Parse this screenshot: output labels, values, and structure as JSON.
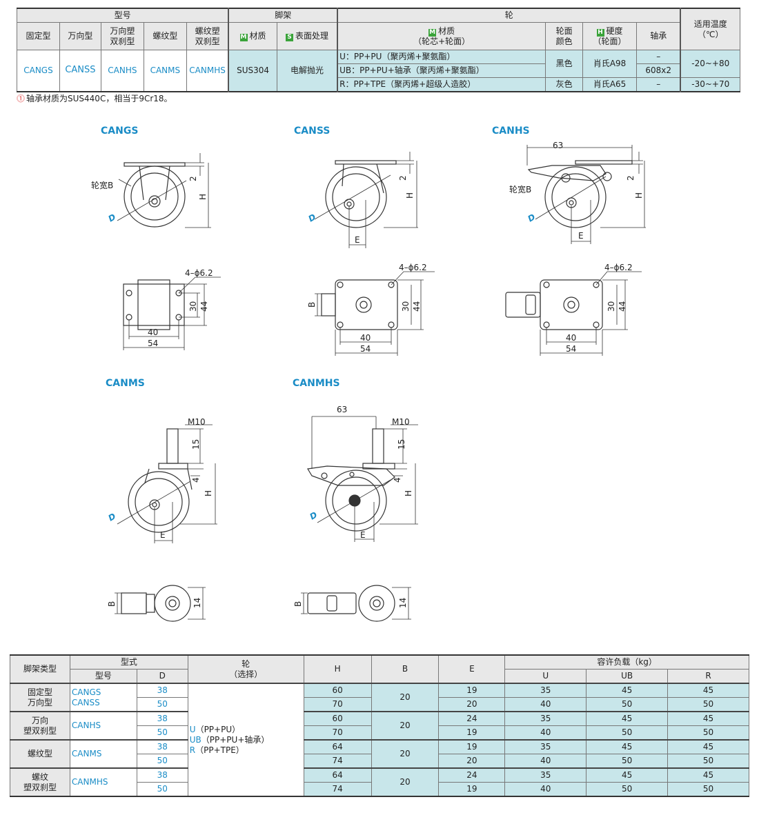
{
  "spec_table": {
    "header": {
      "model": "型号",
      "frame": "脚架",
      "wheel": "轮",
      "temp": "适用温度",
      "temp_unit": "（℃）"
    },
    "sub": {
      "fixed": "固定型",
      "swivel": "万向型",
      "swivel_brake_1": "万向塑",
      "swivel_brake_2": "双刹型",
      "thread": "螺纹型",
      "thread_brake_1": "螺纹塑",
      "thread_brake_2": "双刹型",
      "frame_material": "材质",
      "frame_surface": "表面处理",
      "wheel_material": "材质",
      "wheel_material_sub": "（轮芯+轮面）",
      "wheel_color_1": "轮面",
      "wheel_color_2": "颜色",
      "hardness": "硬度",
      "hardness_sub": "（轮面）",
      "bearing": "轴承"
    },
    "badges": {
      "m": "M",
      "s": "S",
      "h": "H"
    },
    "models": [
      "CANGS",
      "CANSS",
      "CANHS",
      "CANMS",
      "CANMHS"
    ],
    "frame_material_value": "SUS304",
    "frame_surface_value": "电解抛光",
    "rows": [
      {
        "material": "U：PP+PU（聚丙烯+聚氨酯）",
        "color": "黑色",
        "hardness": "肖氏A98",
        "bearing": "–",
        "temp": "-20~+80"
      },
      {
        "material": "UB：PP+PU+轴承（聚丙烯+聚氨酯）",
        "bearing": "608x2"
      },
      {
        "material": "R：PP+TPE（聚丙烯+超级人造胶）",
        "color": "灰色",
        "hardness": "肖氏A65",
        "bearing": "–",
        "temp": "-30~+70"
      }
    ]
  },
  "note": {
    "icon": "!",
    "text": "轴承材质为SUS440C，相当于9Cr18。"
  },
  "drawings": {
    "titles": [
      "CANGS",
      "CANSS",
      "CANHS",
      "CANMS",
      "CANMHS"
    ],
    "labels": {
      "wheel_width": "轮宽B",
      "D": "D",
      "H": "H",
      "E": "E",
      "B": "B",
      "two": "2",
      "four": "4",
      "d63": "63",
      "m10": "M10",
      "d15": "15",
      "d14": "14",
      "hole": "4–ϕ6.2",
      "d40": "40",
      "d54": "54",
      "d30": "30",
      "d44": "44"
    }
  },
  "load_table": {
    "header": {
      "frame_type": "脚架类型",
      "form": "型式",
      "model": "型号",
      "D": "D",
      "wheel": "轮",
      "wheel_sub": "（选择）",
      "H": "H",
      "B": "B",
      "E": "E",
      "load": "容许负载（kg）",
      "U": "U",
      "UB": "UB",
      "R": "R"
    },
    "wheel_options": [
      {
        "code": "U",
        "desc": "（PP+PU）"
      },
      {
        "code": "UB",
        "desc": "（PP+PU+轴承）"
      },
      {
        "code": "R",
        "desc": "（PP+TPE）"
      }
    ],
    "groups": [
      {
        "type_1": "固定型",
        "type_2": "万向型",
        "models": [
          "CANGS",
          "CANSS"
        ],
        "B": "20",
        "rows": [
          {
            "D": "38",
            "H": "60",
            "E": "19",
            "U": "35",
            "UB": "45",
            "R": "45"
          },
          {
            "D": "50",
            "H": "70",
            "E": "20",
            "U": "40",
            "UB": "50",
            "R": "50"
          }
        ]
      },
      {
        "type_1": "万向",
        "type_2": "塑双刹型",
        "models": [
          "CANHS"
        ],
        "B": "20",
        "rows": [
          {
            "D": "38",
            "H": "60",
            "E": "24",
            "U": "35",
            "UB": "45",
            "R": "45"
          },
          {
            "D": "50",
            "H": "70",
            "E": "19",
            "U": "40",
            "UB": "50",
            "R": "50"
          }
        ]
      },
      {
        "type_1": "螺纹型",
        "type_2": "",
        "models": [
          "CANMS"
        ],
        "B": "20",
        "rows": [
          {
            "D": "38",
            "H": "64",
            "E": "19",
            "U": "35",
            "UB": "45",
            "R": "45"
          },
          {
            "D": "50",
            "H": "74",
            "E": "20",
            "U": "40",
            "UB": "50",
            "R": "50"
          }
        ]
      },
      {
        "type_1": "螺纹",
        "type_2": "塑双刹型",
        "models": [
          "CANMHS"
        ],
        "B": "20",
        "rows": [
          {
            "D": "38",
            "H": "64",
            "E": "24",
            "U": "35",
            "UB": "45",
            "R": "45"
          },
          {
            "D": "50",
            "H": "74",
            "E": "19",
            "U": "40",
            "UB": "50",
            "R": "50"
          }
        ]
      }
    ]
  },
  "colors": {
    "accent": "#1a8cc6",
    "table_header": "#e8e8e8",
    "table_cyan": "#c8e6ea",
    "badge": "#3aa33a",
    "note_icon": "#e03a3a"
  }
}
